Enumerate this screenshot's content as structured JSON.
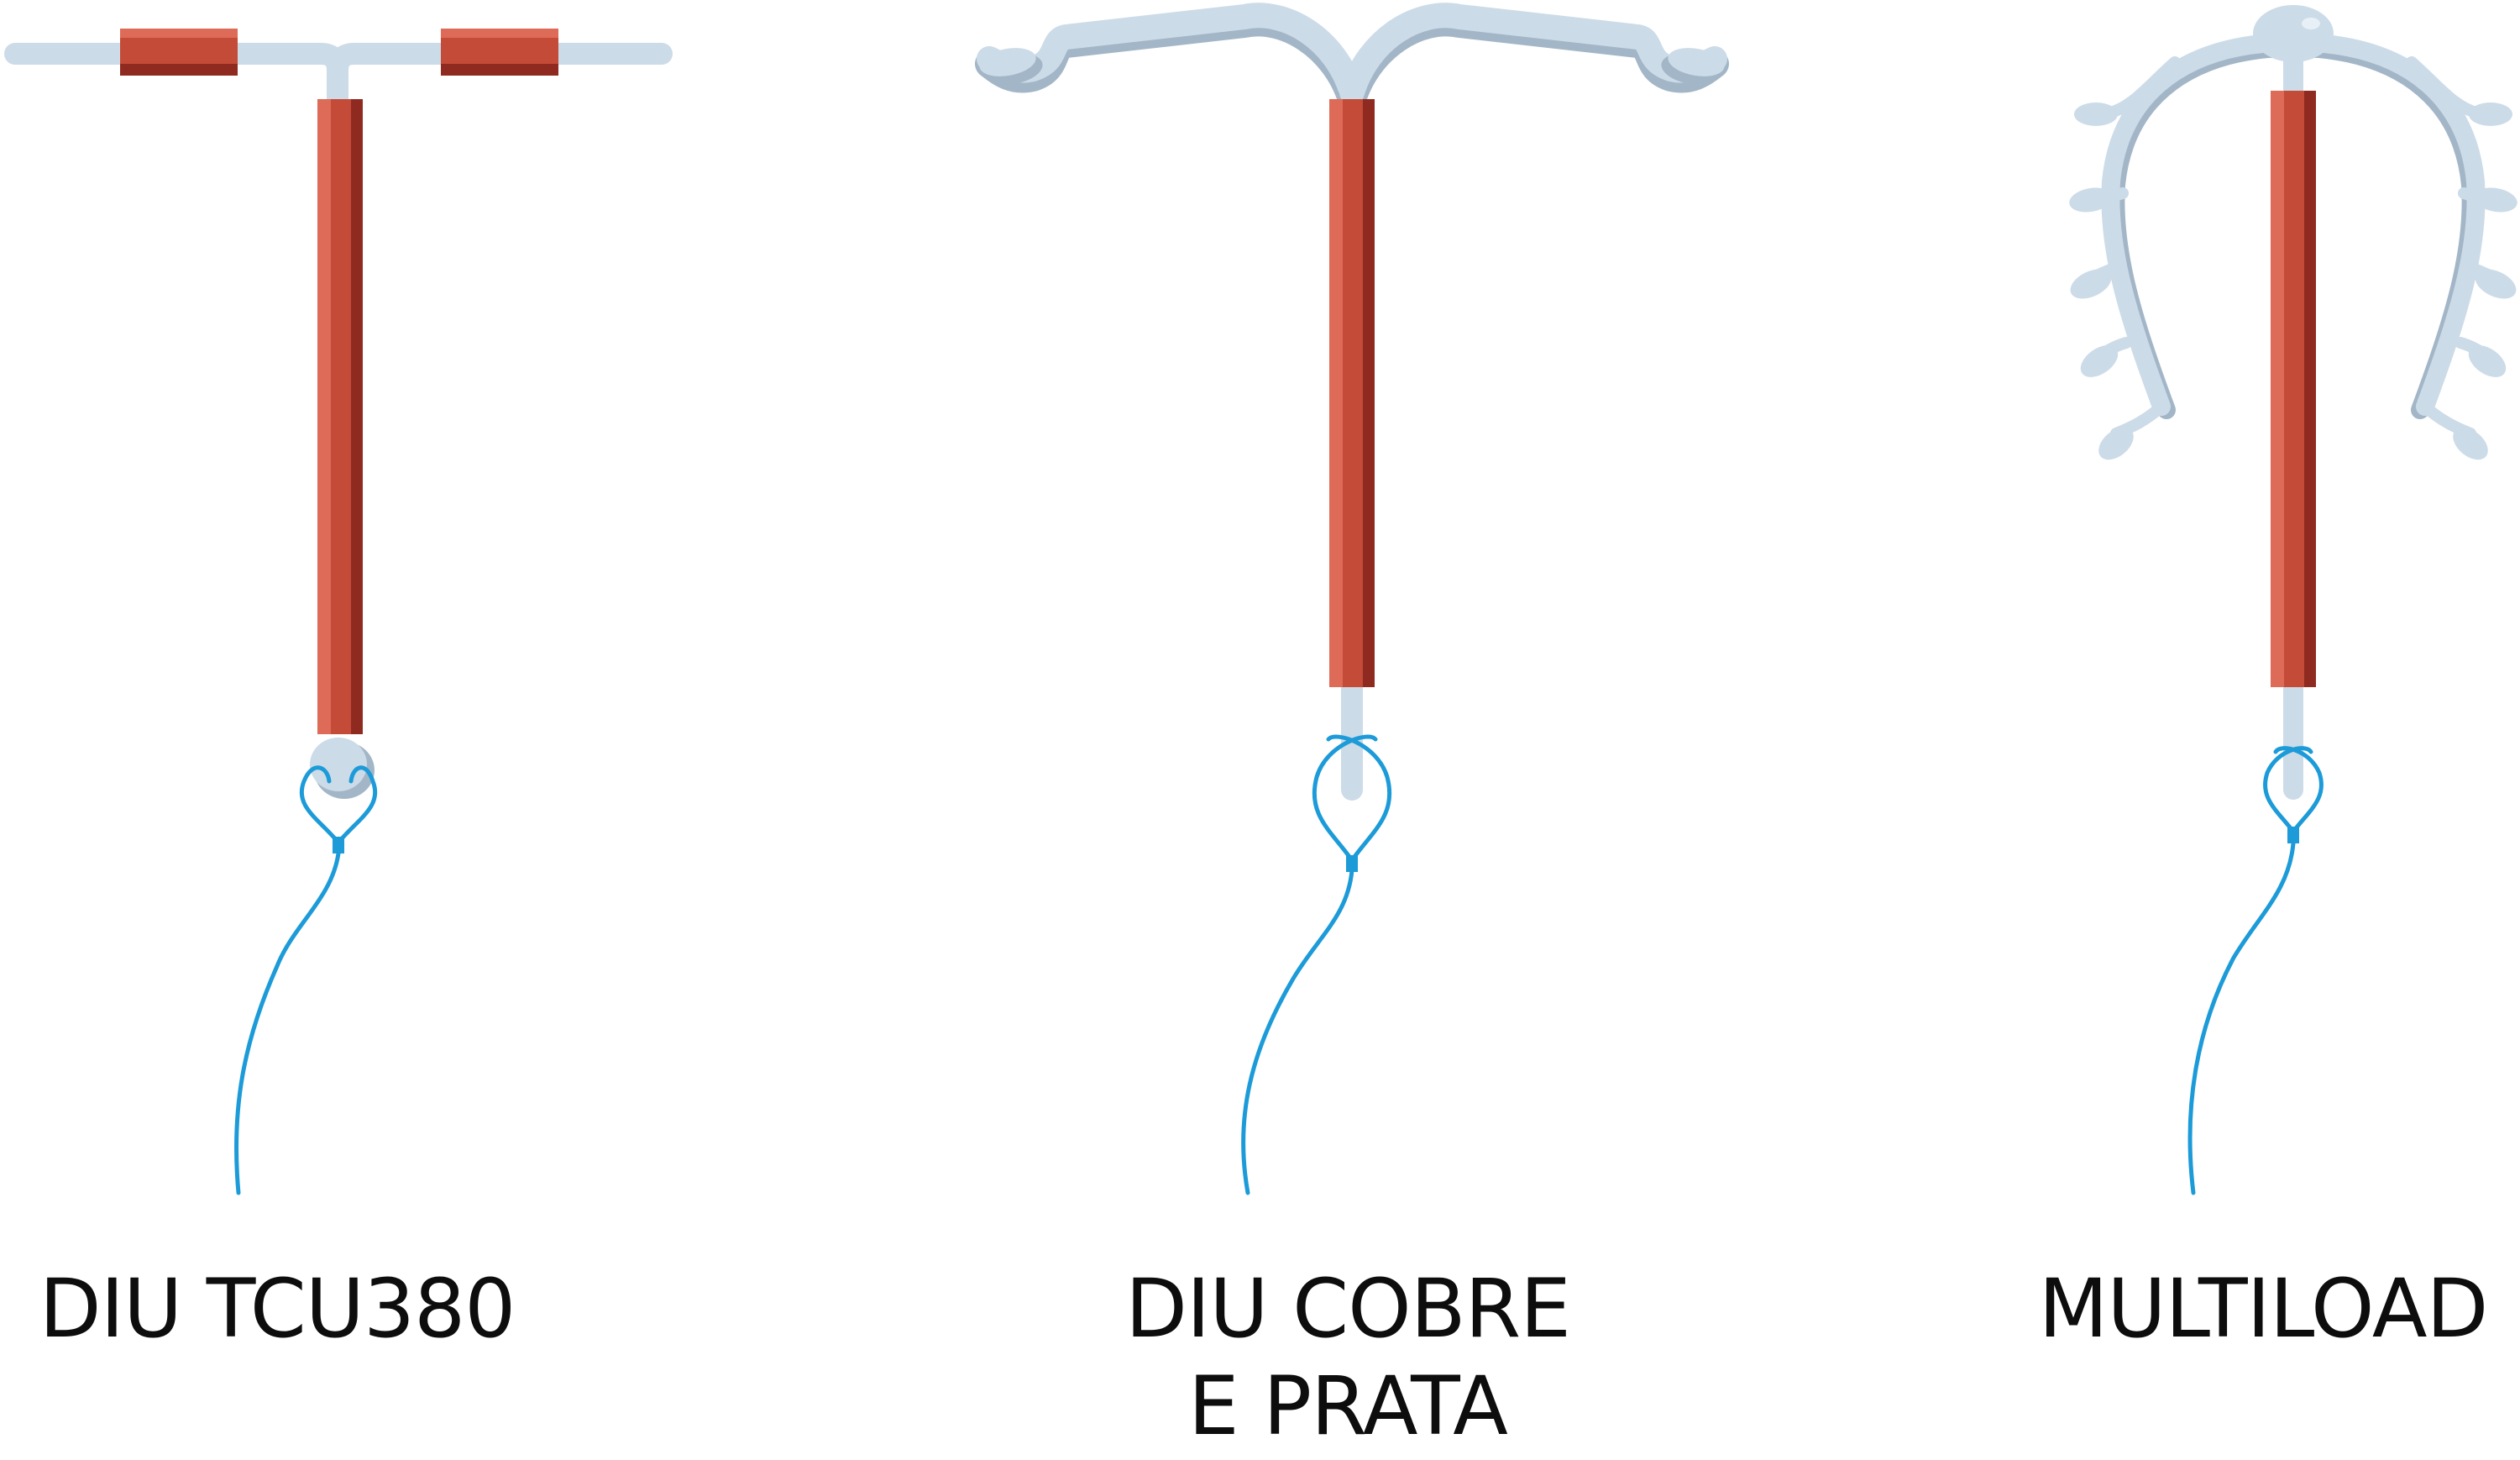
{
  "colors": {
    "plastic": "#ccdbe8",
    "plastic_shadow": "#a3b6c7",
    "copper": "#c44b38",
    "copper_highlight": "#dd6b57",
    "copper_dark": "#8f2a20",
    "thread": "#1c9bd8"
  },
  "devices": [
    {
      "icon": "t-shaped-iud-with-copper-sleeves",
      "label_lines": [
        "DIU TCU380"
      ]
    },
    {
      "icon": "curved-arm-iud",
      "label_lines": [
        "DIU COBRE",
        "E PRATA"
      ]
    },
    {
      "icon": "horseshoe-iud-with-fins",
      "label_lines": [
        "MULTILOAD"
      ]
    }
  ]
}
